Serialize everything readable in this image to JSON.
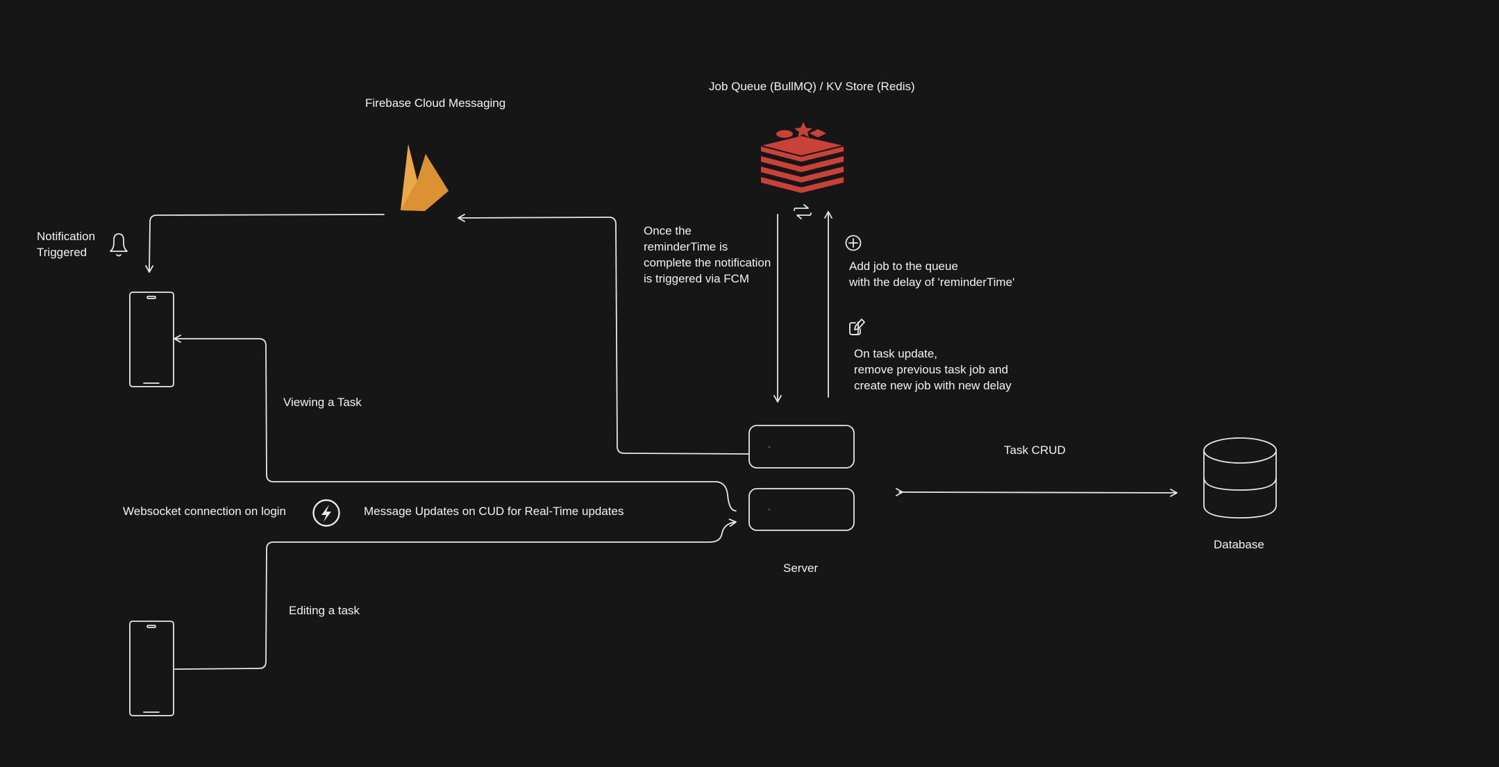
{
  "colors": {
    "background": "#161616",
    "stroke": "#e8e8e8",
    "text": "#f2f2f2",
    "firebase": "#e19b3a",
    "redis": "#c8423a"
  },
  "icons": {
    "firebase": "firebase-logo",
    "redis": "redis-logo",
    "bell": "bell-icon",
    "sync": "sync-arrows-icon",
    "plus": "plus-circle-icon",
    "edit": "edit-icon",
    "socketio": "socketio-icon",
    "database": "database-icon"
  },
  "labels": {
    "fcm": "Firebase Cloud Messaging",
    "queue": "Job Queue (BullMQ) / KV Store (Redis)",
    "notification": "Notification\nTriggered",
    "reminder": "Once the\nreminderTime is\ncomplete the notification\nis triggered via FCM",
    "add_job": "Add job to the queue\nwith the delay of 'reminderTime'",
    "task_update": "On task update,\nremove previous task job and\ncreate new job with new delay",
    "viewing": "Viewing a Task",
    "websocket": "Websocket connection on login",
    "message_updates": "Message Updates on CUD for Real-Time updates",
    "editing": "Editing a task",
    "task_crud": "Task CRUD",
    "server": "Server",
    "database": "Database"
  }
}
